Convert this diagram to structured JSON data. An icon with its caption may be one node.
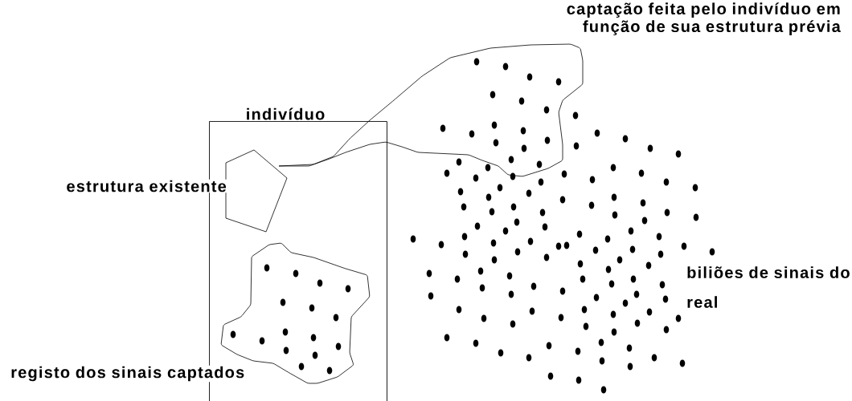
{
  "diagram": {
    "nodes": [
      {
        "text": [],
        "shape": "box"
      },
      {
        "text": [],
        "shape": "pentagon",
        "in": 0
      },
      {
        "text": [],
        "shape": "cloud",
        "in": 0
      },
      {
        "text": [],
        "shape": "cloud"
      }
    ],
    "edges": [],
    "labels": [
      "captação feita pelo indivíduo em função de sua estrutura prévia",
      "indivíduo",
      "estrutura existente",
      "biliões de sinais do real",
      "registo dos sinais captados"
    ]
  }
}
